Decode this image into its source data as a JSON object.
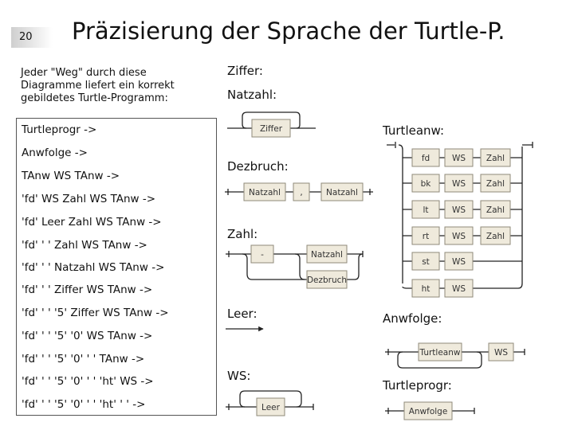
{
  "slide": {
    "page_number": "20",
    "title": "Präzisierung der Sprache der Turtle-P.",
    "intro": "Jeder \"Weg\" durch diese Diagramme liefert ein korrekt gebildetes Turtle-Programm:"
  },
  "derivation": [
    "Turtleprogr ->",
    "Anwfolge ->",
    "TAnw WS TAnw ->",
    "'fd' WS Zahl WS TAnw ->",
    "'fd' Leer Zahl WS TAnw ->",
    "'fd' ' ' Zahl WS TAnw ->",
    "'fd' ' ' Natzahl WS TAnw ->",
    "'fd' ' ' Ziffer WS TAnw ->",
    "'fd' ' ' '5' Ziffer WS TAnw ->",
    "'fd' ' ' '5' '0' WS TAnw ->",
    "'fd' ' ' '5' '0' ' ' TAnw ->",
    "'fd' ' ' '5' '0' ' ' 'ht' WS ->",
    "'fd' ' ' '5' '0' ' ' 'ht' ' ' ->"
  ],
  "labels": {
    "ziffer": "Ziffer:",
    "natzahl": "Natzahl:",
    "turtleanw": "Turtleanw:",
    "dezbruch": "Dezbruch:",
    "zahl": "Zahl:",
    "leer": "Leer:",
    "anwfolge": "Anwfolge:",
    "ws": "WS:",
    "turtleprogr": "Turtleprogr:"
  },
  "diagrams": {
    "natzahl_box": "Ziffer",
    "dezbruch": [
      "Natzahl",
      ",",
      "Natzahl"
    ],
    "zahl": [
      "-",
      "Natzahl",
      "Dezbruch"
    ],
    "turtleanw_cmds": [
      "fd",
      "bk",
      "lt",
      "rt",
      "st",
      "ht"
    ],
    "turtleanw_ws": [
      "WS",
      "WS",
      "WS",
      "WS",
      "WS",
      "WS"
    ],
    "turtleanw_zahl": [
      "Zahl",
      "Zahl",
      "Zahl",
      "Zahl"
    ],
    "anwfolge": [
      "Turtleanw",
      "WS"
    ],
    "ws_box": "Leer",
    "turtleprogr_box": "Anwfolge"
  },
  "colors": {
    "box_fill": "#efeadc",
    "box_stroke": "#8f8a7a",
    "line": "#222222"
  }
}
